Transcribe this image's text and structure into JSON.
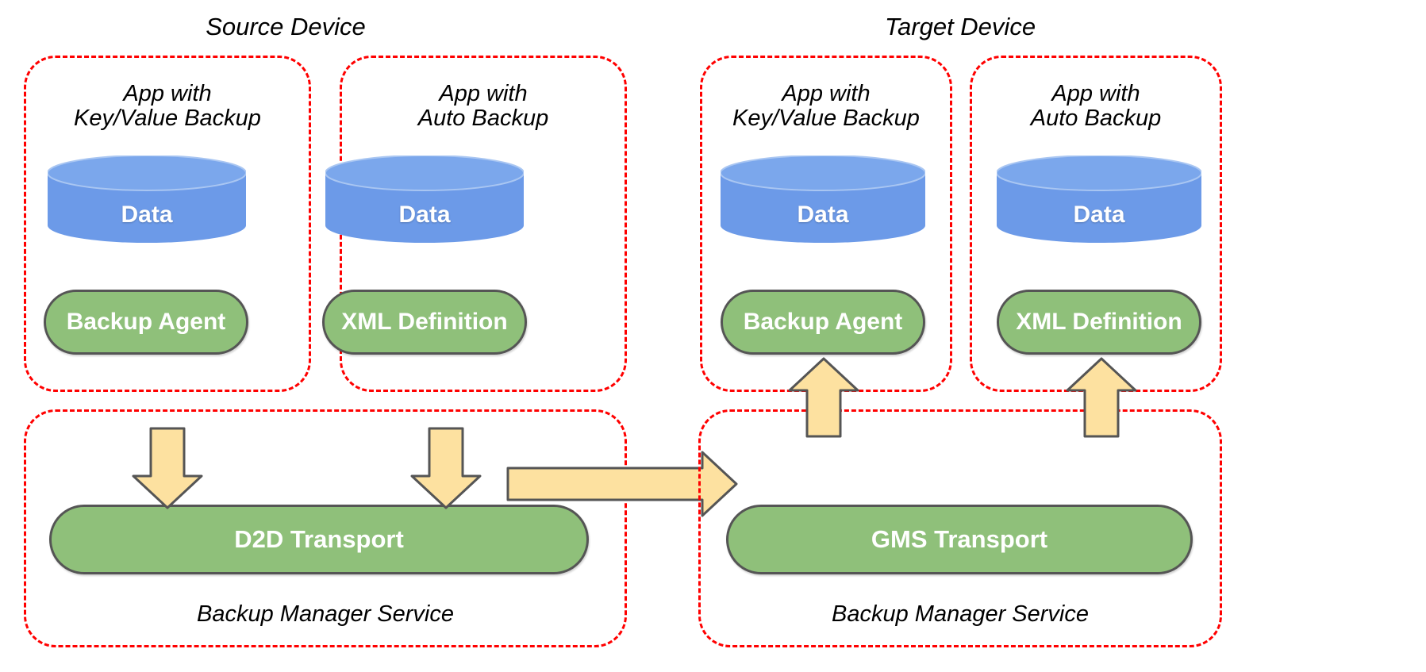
{
  "diagram": {
    "title_left": "Source Device",
    "title_right": "Target Device",
    "colors": {
      "dashed_border": "#ff0000",
      "cylinder_fill": "#6c9ae8",
      "cylinder_top": "#7ba7ec",
      "pill_fill": "#8fc07a",
      "pill_border": "#555555",
      "arrow_fill": "#fde1a0",
      "arrow_border": "#555555",
      "label_text": "#000000",
      "shape_text": "#ffffff"
    }
  },
  "source_device": {
    "label": "Source Device",
    "apps": [
      {
        "title": "App with\nKey/Value Backup",
        "data_label": "Data",
        "component_label": "Backup Agent"
      },
      {
        "title": "App with\nAuto Backup",
        "data_label": "Data",
        "component_label": "XML Definition"
      }
    ],
    "service": {
      "label": "Backup Manager Service",
      "transport_label": "D2D Transport"
    }
  },
  "target_device": {
    "label": "Target Device",
    "apps": [
      {
        "title": "App with\nKey/Value Backup",
        "data_label": "Data",
        "component_label": "Backup Agent"
      },
      {
        "title": "App with\nAuto Backup",
        "data_label": "Data",
        "component_label": "XML Definition"
      }
    ],
    "service": {
      "label": "Backup Manager Service",
      "transport_label": "GMS Transport"
    }
  },
  "flows": [
    {
      "name": "backup-agent-to-d2d",
      "direction": "down"
    },
    {
      "name": "xml-definition-to-d2d",
      "direction": "down"
    },
    {
      "name": "d2d-to-gms",
      "direction": "right"
    },
    {
      "name": "gms-to-backup-agent",
      "direction": "up"
    },
    {
      "name": "gms-to-xml-definition",
      "direction": "up"
    }
  ]
}
